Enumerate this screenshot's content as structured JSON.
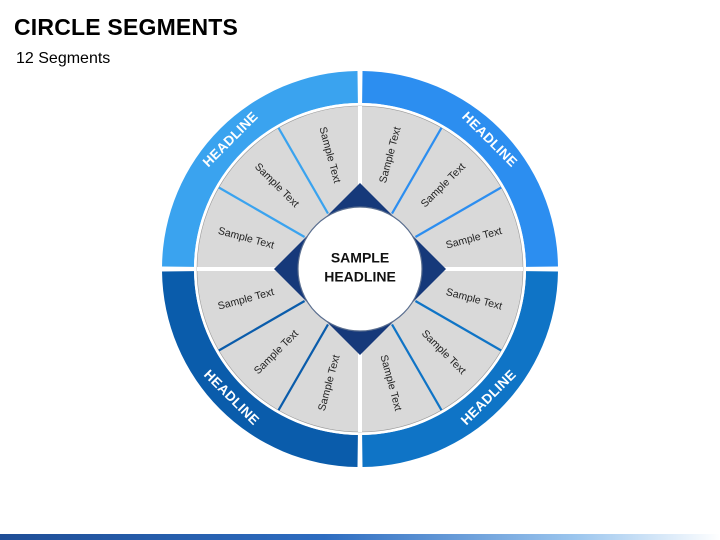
{
  "title": "CIRCLE SEGMENTS",
  "subtitle": "12 Segments",
  "center": {
    "line1": "SAMPLE",
    "line2": "HEADLINE"
  },
  "quadrants": [
    {
      "label": "HEADLINE",
      "color": "#3aa3ef"
    },
    {
      "label": "HEADLINE",
      "color": "#2c8ef0"
    },
    {
      "label": "HEADLINE",
      "color": "#0f74c6"
    },
    {
      "label": "HEADLINE",
      "color": "#0a5cab"
    }
  ],
  "segments": [
    "Sample Text",
    "Sample Text",
    "Sample Text",
    "Sample Text",
    "Sample Text",
    "Sample Text",
    "Sample Text",
    "Sample Text",
    "Sample Text",
    "Sample Text",
    "Sample Text",
    "Sample Text"
  ],
  "colors": {
    "segment_fill": "#d9d9d9",
    "diamond": "#16397a",
    "top_left": "#3aa3ef",
    "top_right": "#2c8ef0",
    "bottom_right": "#0f74c6",
    "bottom_left": "#0a5cab"
  }
}
